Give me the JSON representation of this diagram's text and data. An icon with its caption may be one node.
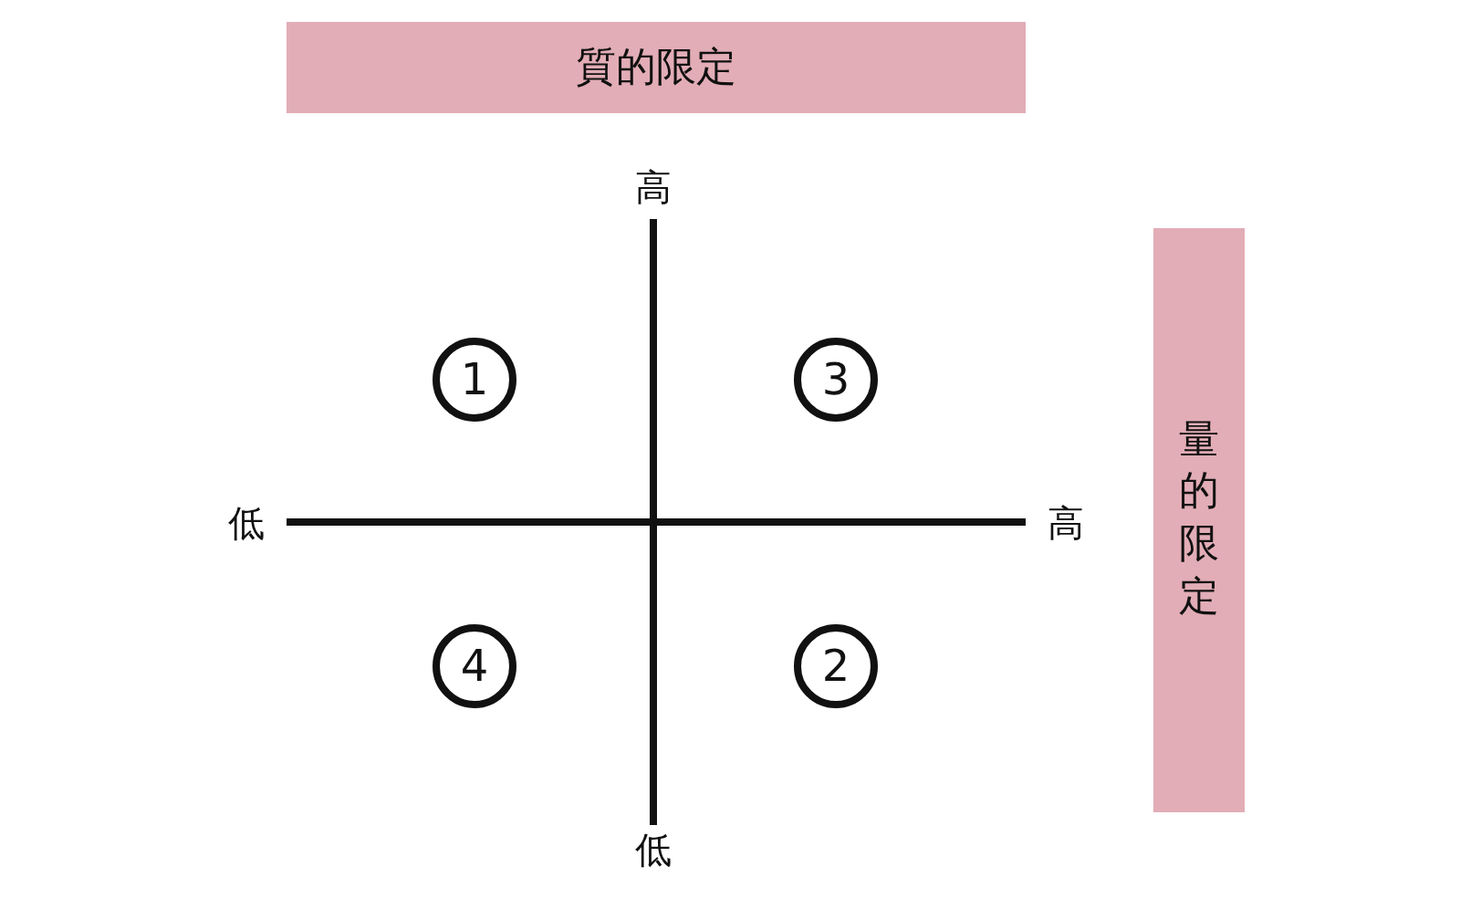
{
  "diagram": {
    "nodes": [
      {
        "text": [
          "質的限定"
        ]
      },
      {
        "text": [
          "1"
        ]
      },
      {
        "text": [
          "3"
        ]
      },
      {
        "text": [
          "量的限定"
        ]
      },
      {
        "text": [
          "4"
        ]
      },
      {
        "text": [
          "2"
        ]
      }
    ],
    "labels": [
      "高",
      "低",
      "高",
      "低"
    ]
  }
}
